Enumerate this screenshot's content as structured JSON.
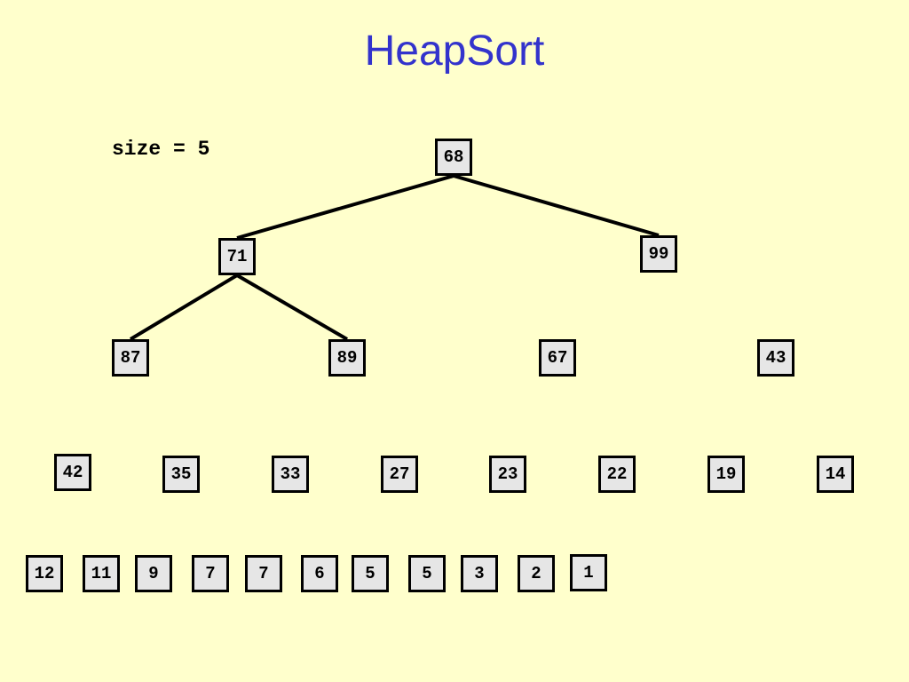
{
  "title": "HeapSort",
  "size_label": "size = 5",
  "heap": {
    "tree_nodes": [
      "68",
      "71",
      "99",
      "87",
      "89"
    ],
    "sorted_row_3": [
      "67",
      "43"
    ],
    "sorted_row_4": [
      "42",
      "35",
      "33",
      "27",
      "23",
      "22",
      "19",
      "14"
    ],
    "sorted_row_5": [
      "12",
      "11",
      "9",
      "7",
      "7",
      "6",
      "5",
      "5",
      "3",
      "2",
      "1"
    ]
  }
}
